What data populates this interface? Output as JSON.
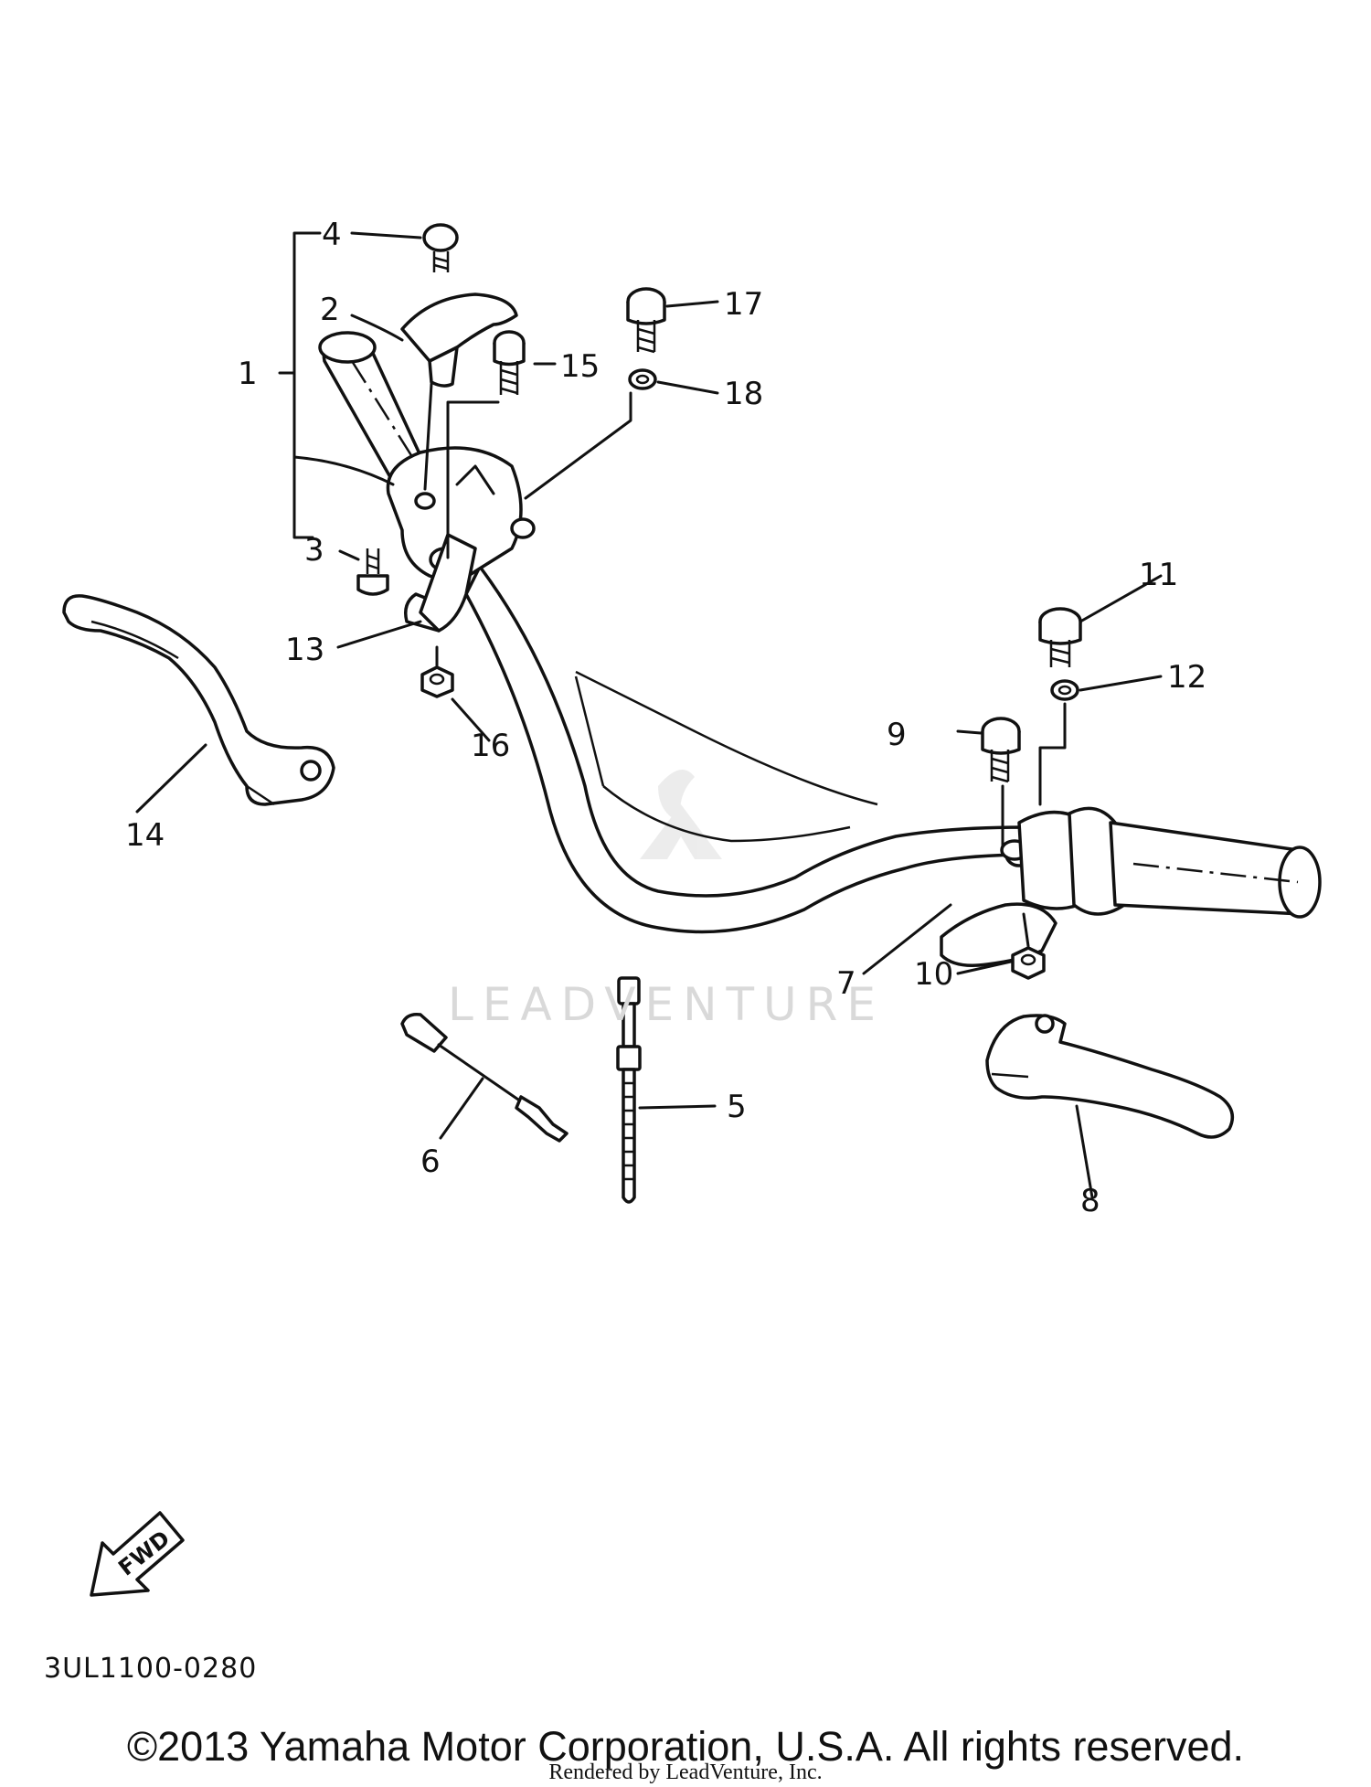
{
  "diagram": {
    "callouts": [
      "1",
      "2",
      "3",
      "4",
      "5",
      "6",
      "7",
      "8",
      "9",
      "10",
      "11",
      "12",
      "13",
      "14",
      "15",
      "16",
      "17",
      "18"
    ],
    "fwd_label": "FWD",
    "code": "3UL1100-0280",
    "watermark": "LEADVENTURE",
    "copyright": "©2013 Yamaha Motor Corporation, U.S.A. All rights reserved.",
    "rendered_by": "Rendered by LeadVenture, Inc."
  }
}
